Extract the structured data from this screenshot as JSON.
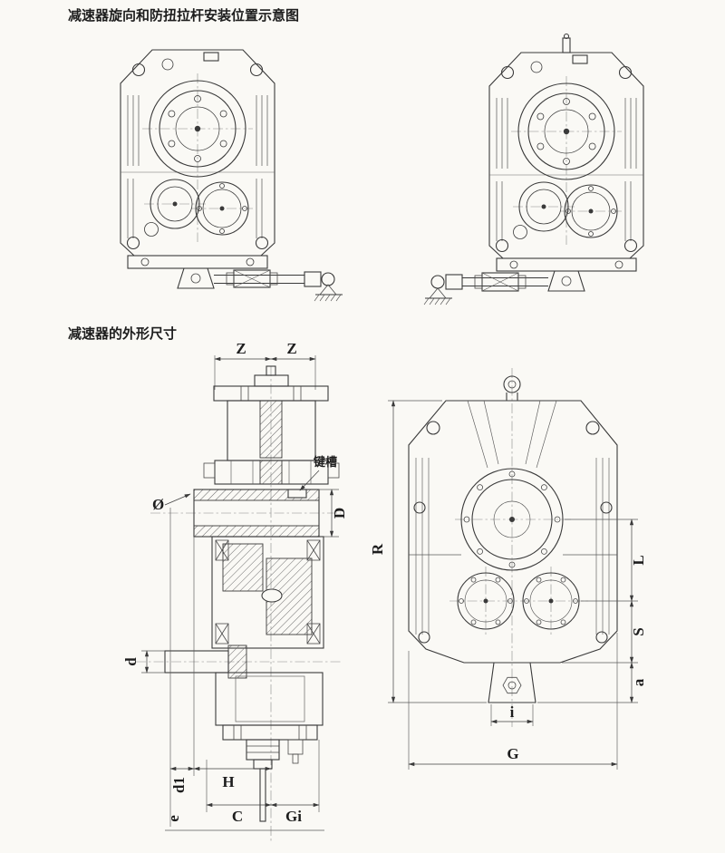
{
  "titles": {
    "rotation_diagram": "减速器旋向和防扭拉杆安装位置示意图",
    "dimensions_diagram": "减速器的外形尺寸"
  },
  "annotations": {
    "keyway": "键槽"
  },
  "dims": {
    "z_left": "Z",
    "z_right": "Z",
    "phi": "Ø",
    "D": "D",
    "d": "d",
    "d1": "d1",
    "H": "H",
    "C": "C",
    "Gi": "Gi",
    "e": "e",
    "R": "R",
    "L": "L",
    "S": "S",
    "a": "a",
    "i": "i",
    "G": "G"
  },
  "colors": {
    "line": "#3a3a3a",
    "background": "#faf9f5"
  }
}
